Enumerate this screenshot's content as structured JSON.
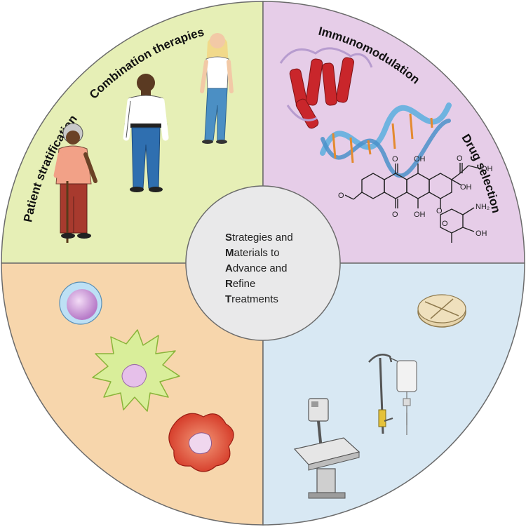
{
  "colors": {
    "patient": "#e6efb6",
    "drug": "#e6cde8",
    "immuno": "#f7d6ac",
    "combination": "#d8e8f3",
    "center": "#e9e9ea",
    "outline": "#6b6b6b"
  },
  "quadrants": {
    "patient_stratification": "Patient stratification",
    "drug_selection": "Drug selection",
    "immunomodulation": "Immunomodulation",
    "combination_therapies": "Combination therapies"
  },
  "center": {
    "lines": [
      {
        "cap": "S",
        "rest": "trategies and"
      },
      {
        "cap": "M",
        "rest": "aterials to"
      },
      {
        "cap": "A",
        "rest": "dvance and"
      },
      {
        "cap": "R",
        "rest": "efine"
      },
      {
        "cap": "T",
        "rest": "reatments"
      }
    ]
  },
  "molecule": {
    "labels": {
      "oh_top": "OH",
      "oh_right": "OH",
      "oh_ring": "OH",
      "oh_bottom": "OH",
      "o_top": "O",
      "o_keto": "O",
      "o_bottom": "O",
      "o_sugar": "O",
      "o_methoxy": "O",
      "o_link": "O",
      "nh2": "NH₂",
      "oh_sugar": "OH"
    }
  },
  "icons": {
    "elderly": "elderly-woman-icon",
    "man": "man-icon",
    "woman": "young-woman-icon",
    "protein": "protein-icon",
    "dna": "dna-helix-icon",
    "lymphocyte": "lymphocyte-icon",
    "dendritic": "dendritic-cell-icon",
    "macrophage": "macrophage-icon",
    "pill": "pill-icon",
    "iv": "iv-drip-icon",
    "radiotherapy": "radiotherapy-machine-icon"
  }
}
